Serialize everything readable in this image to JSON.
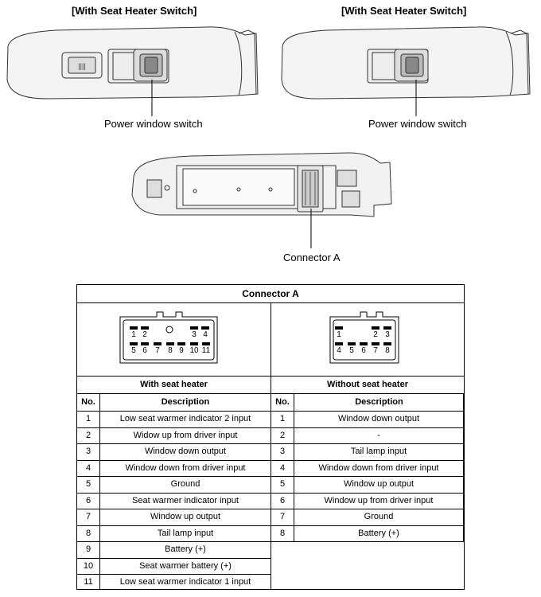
{
  "headings": {
    "left": "[With Seat Heater Switch]",
    "right": "[With Seat Heater Switch]"
  },
  "callouts": {
    "left_switch": "Power window switch",
    "right_switch": "Power window switch",
    "connector": "Connector A"
  },
  "table": {
    "title": "Connector A",
    "left_header": "With seat heater",
    "right_header": "Without seat heater",
    "col_no": "No.",
    "col_desc": "Description",
    "left_pins": {
      "top": [
        "1",
        "2",
        "3",
        "4"
      ],
      "bottom": [
        "5",
        "6",
        "7",
        "8",
        "9",
        "10",
        "11"
      ]
    },
    "right_pins": {
      "top": [
        "1",
        "2",
        "3"
      ],
      "bottom": [
        "4",
        "5",
        "6",
        "7",
        "8"
      ]
    },
    "left_rows": [
      {
        "no": "1",
        "desc": "Low seat warmer indicator 2 input"
      },
      {
        "no": "2",
        "desc": "Widow up from driver input"
      },
      {
        "no": "3",
        "desc": "Window down output"
      },
      {
        "no": "4",
        "desc": "Window down from driver input"
      },
      {
        "no": "5",
        "desc": "Ground"
      },
      {
        "no": "6",
        "desc": "Seat warmer indicator input"
      },
      {
        "no": "7",
        "desc": "Window up output"
      },
      {
        "no": "8",
        "desc": "Tail lamp input"
      },
      {
        "no": "9",
        "desc": "Battery (+)"
      },
      {
        "no": "10",
        "desc": "Seat warmer battery (+)"
      },
      {
        "no": "11",
        "desc": "Low seat warmer indicator 1 input"
      }
    ],
    "right_rows": [
      {
        "no": "1",
        "desc": "Window down output"
      },
      {
        "no": "2",
        "desc": "-"
      },
      {
        "no": "3",
        "desc": "Tail lamp input"
      },
      {
        "no": "4",
        "desc": "Window down from driver input"
      },
      {
        "no": "5",
        "desc": "Window up output"
      },
      {
        "no": "6",
        "desc": "Window up from driver input"
      },
      {
        "no": "7",
        "desc": "Ground"
      },
      {
        "no": "8",
        "desc": "Battery (+)"
      }
    ]
  }
}
